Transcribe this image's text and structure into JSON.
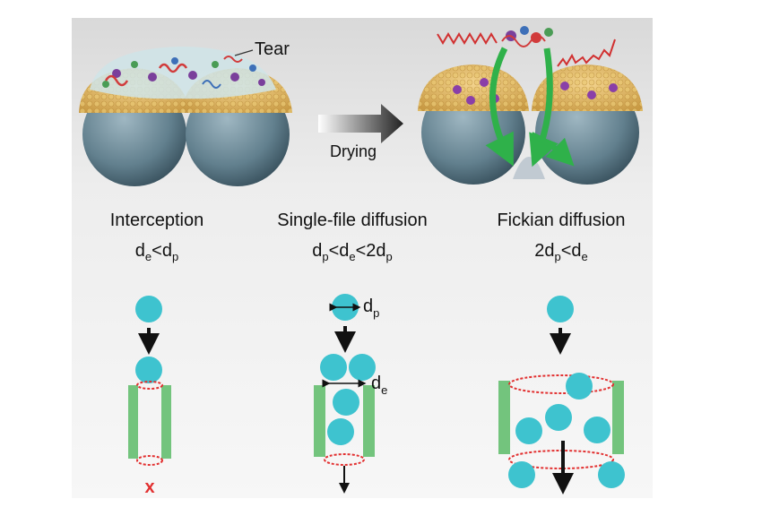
{
  "top": {
    "tear_label": "Tear",
    "arrow_label": "Drying"
  },
  "columns": [
    {
      "title": "Interception",
      "cond": {
        "a": "d",
        "a_sub": "e",
        "op1": "<",
        "b": "d",
        "b_sub": "p"
      },
      "result_mark": "x"
    },
    {
      "title": "Single-file diffusion",
      "cond": {
        "pre": "",
        "a": "d",
        "a_sub": "p",
        "op1": "<",
        "b": "d",
        "b_sub": "e",
        "op2": "<2",
        "c": "d",
        "c_sub": "p"
      },
      "dp_label": {
        "main": "d",
        "sub": "p"
      },
      "de_label": {
        "main": "d",
        "sub": "e"
      }
    },
    {
      "title": "Fickian diffusion",
      "cond": {
        "pre": "2",
        "a": "d",
        "a_sub": "p",
        "op1": "<",
        "b": "d",
        "b_sub": "e"
      }
    }
  ],
  "colors": {
    "particle": "#3ec3cf",
    "wall": "#73c47d",
    "ring": "#e23030",
    "cap": "#e8c272",
    "bead": "#5f7b88",
    "flow_arrow": "#2fb14a",
    "cross": "#e23030"
  }
}
